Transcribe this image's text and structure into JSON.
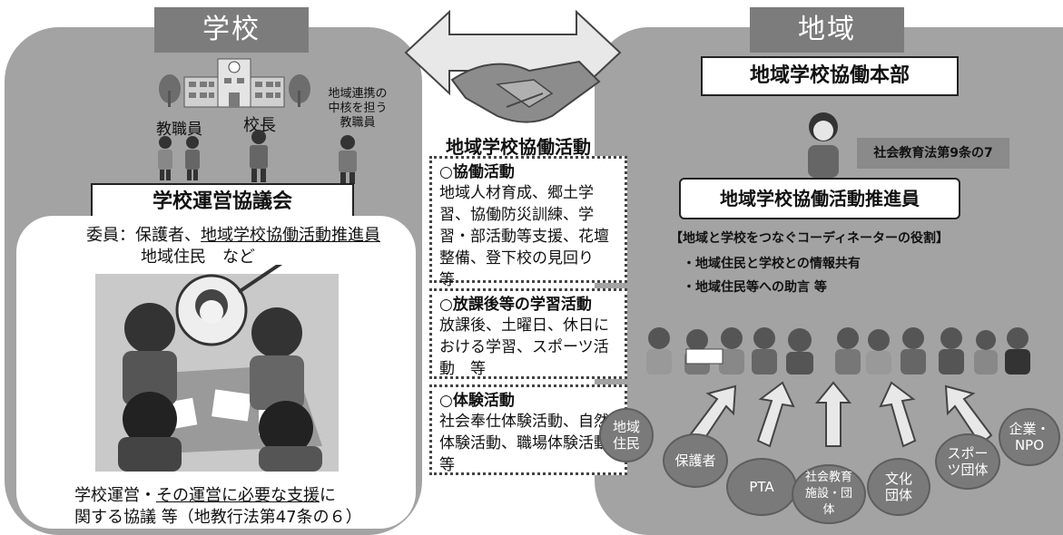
{
  "school": {
    "header": "学校",
    "staff_label": "教職員",
    "principal_label": "校長",
    "coordinator_label": "地域連携の中核を担う教職員",
    "council_title": "学校運営協議会",
    "members_prefix": "委員：保護者、",
    "members_link": "地域学校協働活動推進員",
    "members_rest": "地域住民　など",
    "bottom_line1_a": "学校運営・",
    "bottom_line1_link": "その運営に必要な支援",
    "bottom_line1_b": "に",
    "bottom_line2": "関する協議 等（地教行法第47条の６）"
  },
  "center": {
    "title": "地域学校協働活動",
    "box1_title": "○協働活動",
    "box1_body": "地域人材育成、郷土学習、協働防災訓練、学習・部活動等支援、花壇整備、登下校の見回り　等",
    "box2_title": "○放課後等の学習活動",
    "box2_body": "放課後、土曜日、休日における学習、スポーツ活動　等",
    "box3_title": "○体験活動",
    "box3_body": "社会奉仕体験活動、自然体験活動、職場体験活動　等"
  },
  "region": {
    "header": "地域",
    "hq_title": "地域学校協働本部",
    "law_badge": "社会教育法第9条の7",
    "promoter_title": "地域学校協働活動推進員",
    "role_label": "【地域と学校をつなぐコーディネーターの役割】",
    "bullet1": "・地域住民と学校との情報共有",
    "bullet2": "・地域住民等への助言 等",
    "circles": [
      "地域住民",
      "保護者",
      "PTA",
      "社会教育施設・団体",
      "文化団体",
      "スポーツ団体",
      "企業・NPO"
    ]
  },
  "colors": {
    "panel": "#a3a3a3",
    "header": "#7c7c7c",
    "circle": "#7a7a7a",
    "arrow": "#e8e8e8"
  }
}
